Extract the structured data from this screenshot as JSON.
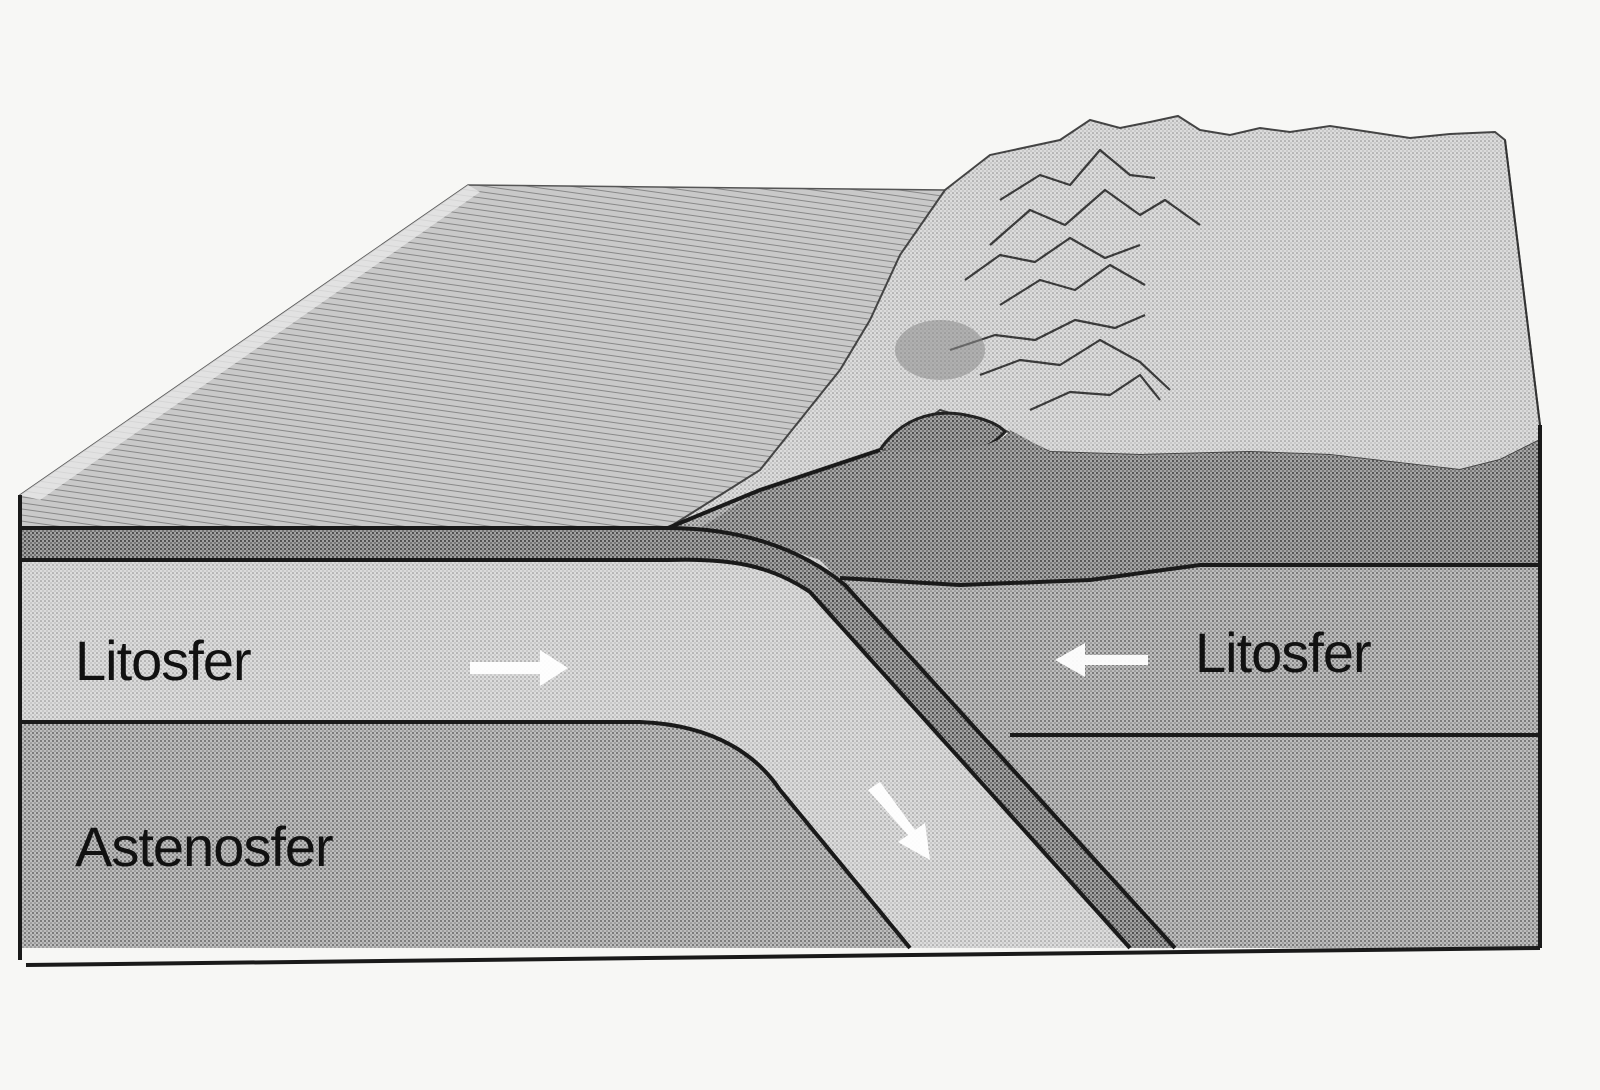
{
  "labels": {
    "lithosphere_left": "Litosfer",
    "lithosphere_right": "Litosfer",
    "asthenosphere": "Astenosfer"
  },
  "arrows": {
    "left_plate": "right",
    "right_plate": "left",
    "subducting_slab": "down-right"
  },
  "colors": {
    "background": "#f7f7f5",
    "ocean_surface": "#cfcfcf",
    "continent_surface": "#d9d9d9",
    "lithosphere": "#a9a9a9",
    "asthenosphere": "#8f8f8f",
    "ink": "#1a1a1a",
    "arrow": "#ffffff"
  }
}
